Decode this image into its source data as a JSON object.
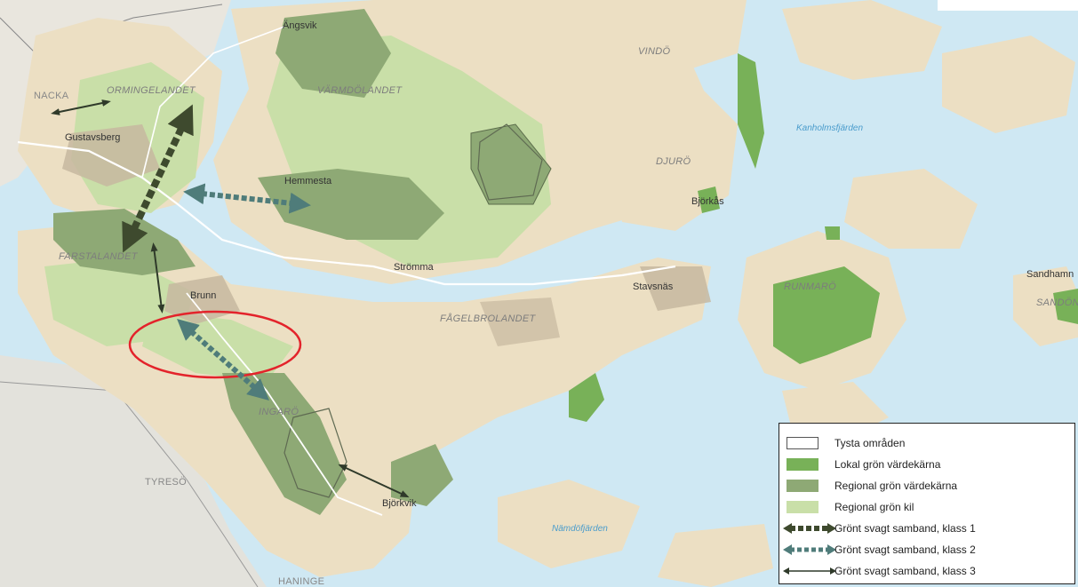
{
  "map": {
    "colors": {
      "sea": "#cfe8f3",
      "land": "#ecdfc3",
      "urban": "#c7b8a0",
      "lokal_gron_vardekarna": "#78b158",
      "regional_gron_vardekarna": "#8ea975",
      "regional_gron_kil": "#c9dfa8",
      "highlight_ring": "#e3232b",
      "arrow_klass1": "#3e4a2e",
      "arrow_klass2": "#4f7c7a",
      "arrow_klass3": "#2f3a2a"
    },
    "places": {
      "nacka": "NACKA",
      "gustavsberg": "Gustavsberg",
      "angsvik": "Ängsvik",
      "hemmesta": "Hemmesta",
      "stromma": "Strömma",
      "brunn": "Brunn",
      "stavsnas": "Stavsnäs",
      "bjorkas": "Björkås",
      "sandhamn": "Sandhamn",
      "bjorkvik": "Björkvik",
      "tyreso": "TYRESÖ",
      "haninge": "HANINGE"
    },
    "regions": {
      "ormingelandet": "ORMINGELANDET",
      "varmdolandet": "VÄRMDÖLANDET",
      "vindo": "VINDÖ",
      "djuro": "DJURÖ",
      "farstalandet": "FARSTALANDET",
      "fagelbrolandet": "FÅGELBROLANDET",
      "runmaro": "RUNMARÖ",
      "sandon": "SANDÖN",
      "ingaro": "INGARÖ"
    },
    "waters": {
      "kanholmsfjarden": "Kanholmsfjärden",
      "namdofjarden": "Nämdöfjärden"
    }
  },
  "legend": {
    "items": [
      {
        "label": "Tysta områden",
        "kind": "tysta"
      },
      {
        "label": "Lokal grön värdekärna",
        "kind": "lokal"
      },
      {
        "label": "Regional grön värdekärna",
        "kind": "regional"
      },
      {
        "label": "Regional grön kil",
        "kind": "kil"
      },
      {
        "label": "Grönt svagt samband, klass 1",
        "kind": "klass1"
      },
      {
        "label": "Grönt svagt samband, klass 2",
        "kind": "klass2"
      },
      {
        "label": "Grönt svagt samband, klass 3",
        "kind": "klass3"
      }
    ]
  }
}
